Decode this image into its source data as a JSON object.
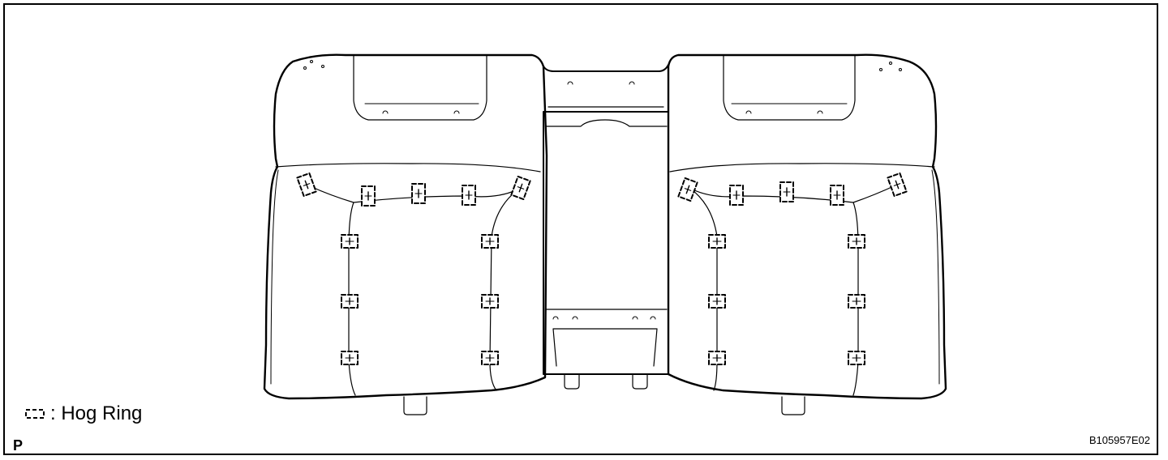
{
  "legend": {
    "symbol": "hog-ring-symbol",
    "label": ": Hog Ring"
  },
  "view_letter": "P",
  "figure_code": "B105957E02",
  "colors": {
    "line": "#000000",
    "background": "#ffffff"
  }
}
